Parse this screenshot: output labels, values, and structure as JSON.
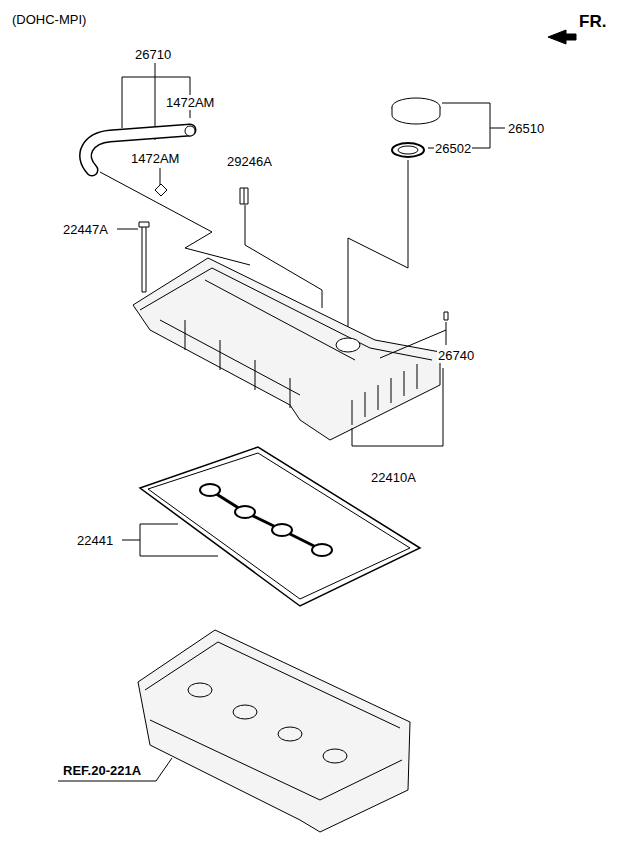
{
  "diagram": {
    "title": "(DOHC-MPI)",
    "labels": [
      "FR.",
      "26710",
      "1472AM",
      "1472AM",
      "29246A",
      "22447A",
      "26510",
      "26502",
      "26740",
      "22410A",
      "22441",
      "REF.20-221A"
    ]
  }
}
